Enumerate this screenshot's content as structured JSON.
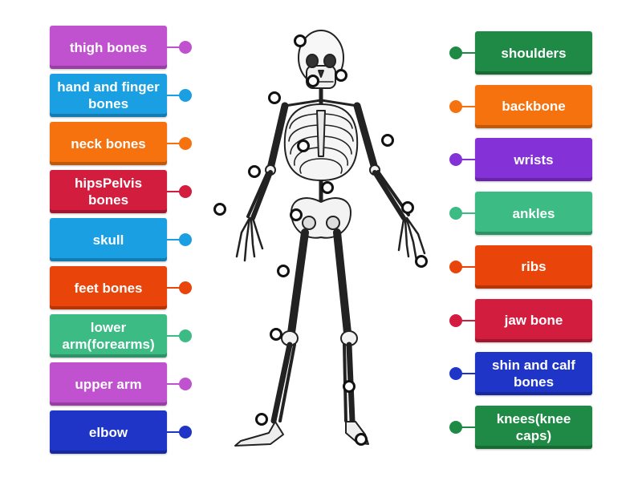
{
  "left_labels": [
    {
      "text": "thigh bones",
      "color": "#c052cf"
    },
    {
      "text": "hand and finger bones",
      "color": "#1b9fe3"
    },
    {
      "text": "neck bones",
      "color": "#f5720f"
    },
    {
      "text": "hipsPelvis bones",
      "color": "#d31d3e"
    },
    {
      "text": "skull",
      "color": "#1b9fe3"
    },
    {
      "text": "feet bones",
      "color": "#e9440a"
    },
    {
      "text": "lower arm(forearms)",
      "color": "#3cbb85"
    },
    {
      "text": "upper arm",
      "color": "#c052cf"
    },
    {
      "text": "elbow",
      "color": "#1f35c8"
    }
  ],
  "right_labels": [
    {
      "text": "shoulders",
      "color": "#1f8a45"
    },
    {
      "text": "backbone",
      "color": "#f5720f"
    },
    {
      "text": "wrists",
      "color": "#8431d8"
    },
    {
      "text": "ankles",
      "color": "#3cbb85"
    },
    {
      "text": "ribs",
      "color": "#e9440a"
    },
    {
      "text": "jaw bone",
      "color": "#d31d3e"
    },
    {
      "text": "shin and calf bones",
      "color": "#1f35c8"
    },
    {
      "text": "knees(knee caps)",
      "color": "#1f8a45"
    }
  ],
  "figure": {
    "image": "skeleton-illustration"
  }
}
